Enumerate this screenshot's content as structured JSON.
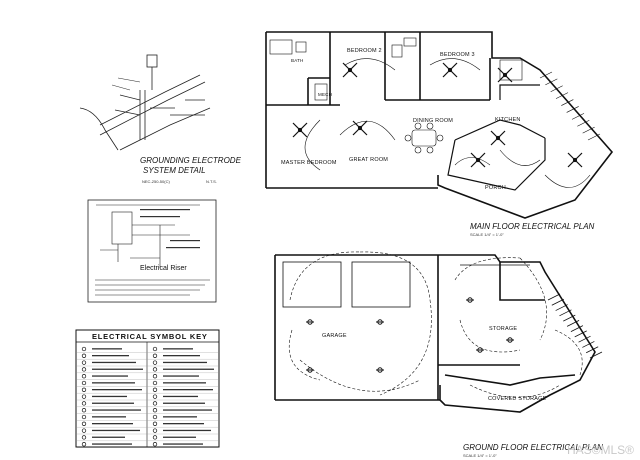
{
  "grounding": {
    "title_line1": "GROUNDING ELECTRODE",
    "title_line2": "SYSTEM DETAIL",
    "ref": "NEC-250-50(C)",
    "nts": "N.T.S."
  },
  "service_detail": {
    "caption": "Electrical Riser"
  },
  "symbol_key": {
    "title": "ELECTRICAL SYMBOL KEY"
  },
  "main_floor": {
    "title": "MAIN FLOOR ELECTRICAL PLAN",
    "scale": "SCALE  1/4\" = 1'-0\"",
    "rooms": {
      "bedroom2": "BEDROOM 2",
      "bedroom3": "BEDROOM 3",
      "bath": "BATH",
      "mech": "MECH",
      "master": "MASTER BEDROOM",
      "great": "GREAT ROOM",
      "dining": "DINING ROOM",
      "kitchen": "KITCHEN",
      "porch": "PORCH"
    }
  },
  "ground_floor": {
    "title": "GROUND FLOOR ELECTRICAL PLAN",
    "scale": "SCALE  1/4\" = 1'-0\"",
    "rooms": {
      "garage": "GARAGE",
      "storage": "STORAGE",
      "covered": "COVERED STORAGE"
    }
  },
  "watermark": "HAS©MLS®"
}
